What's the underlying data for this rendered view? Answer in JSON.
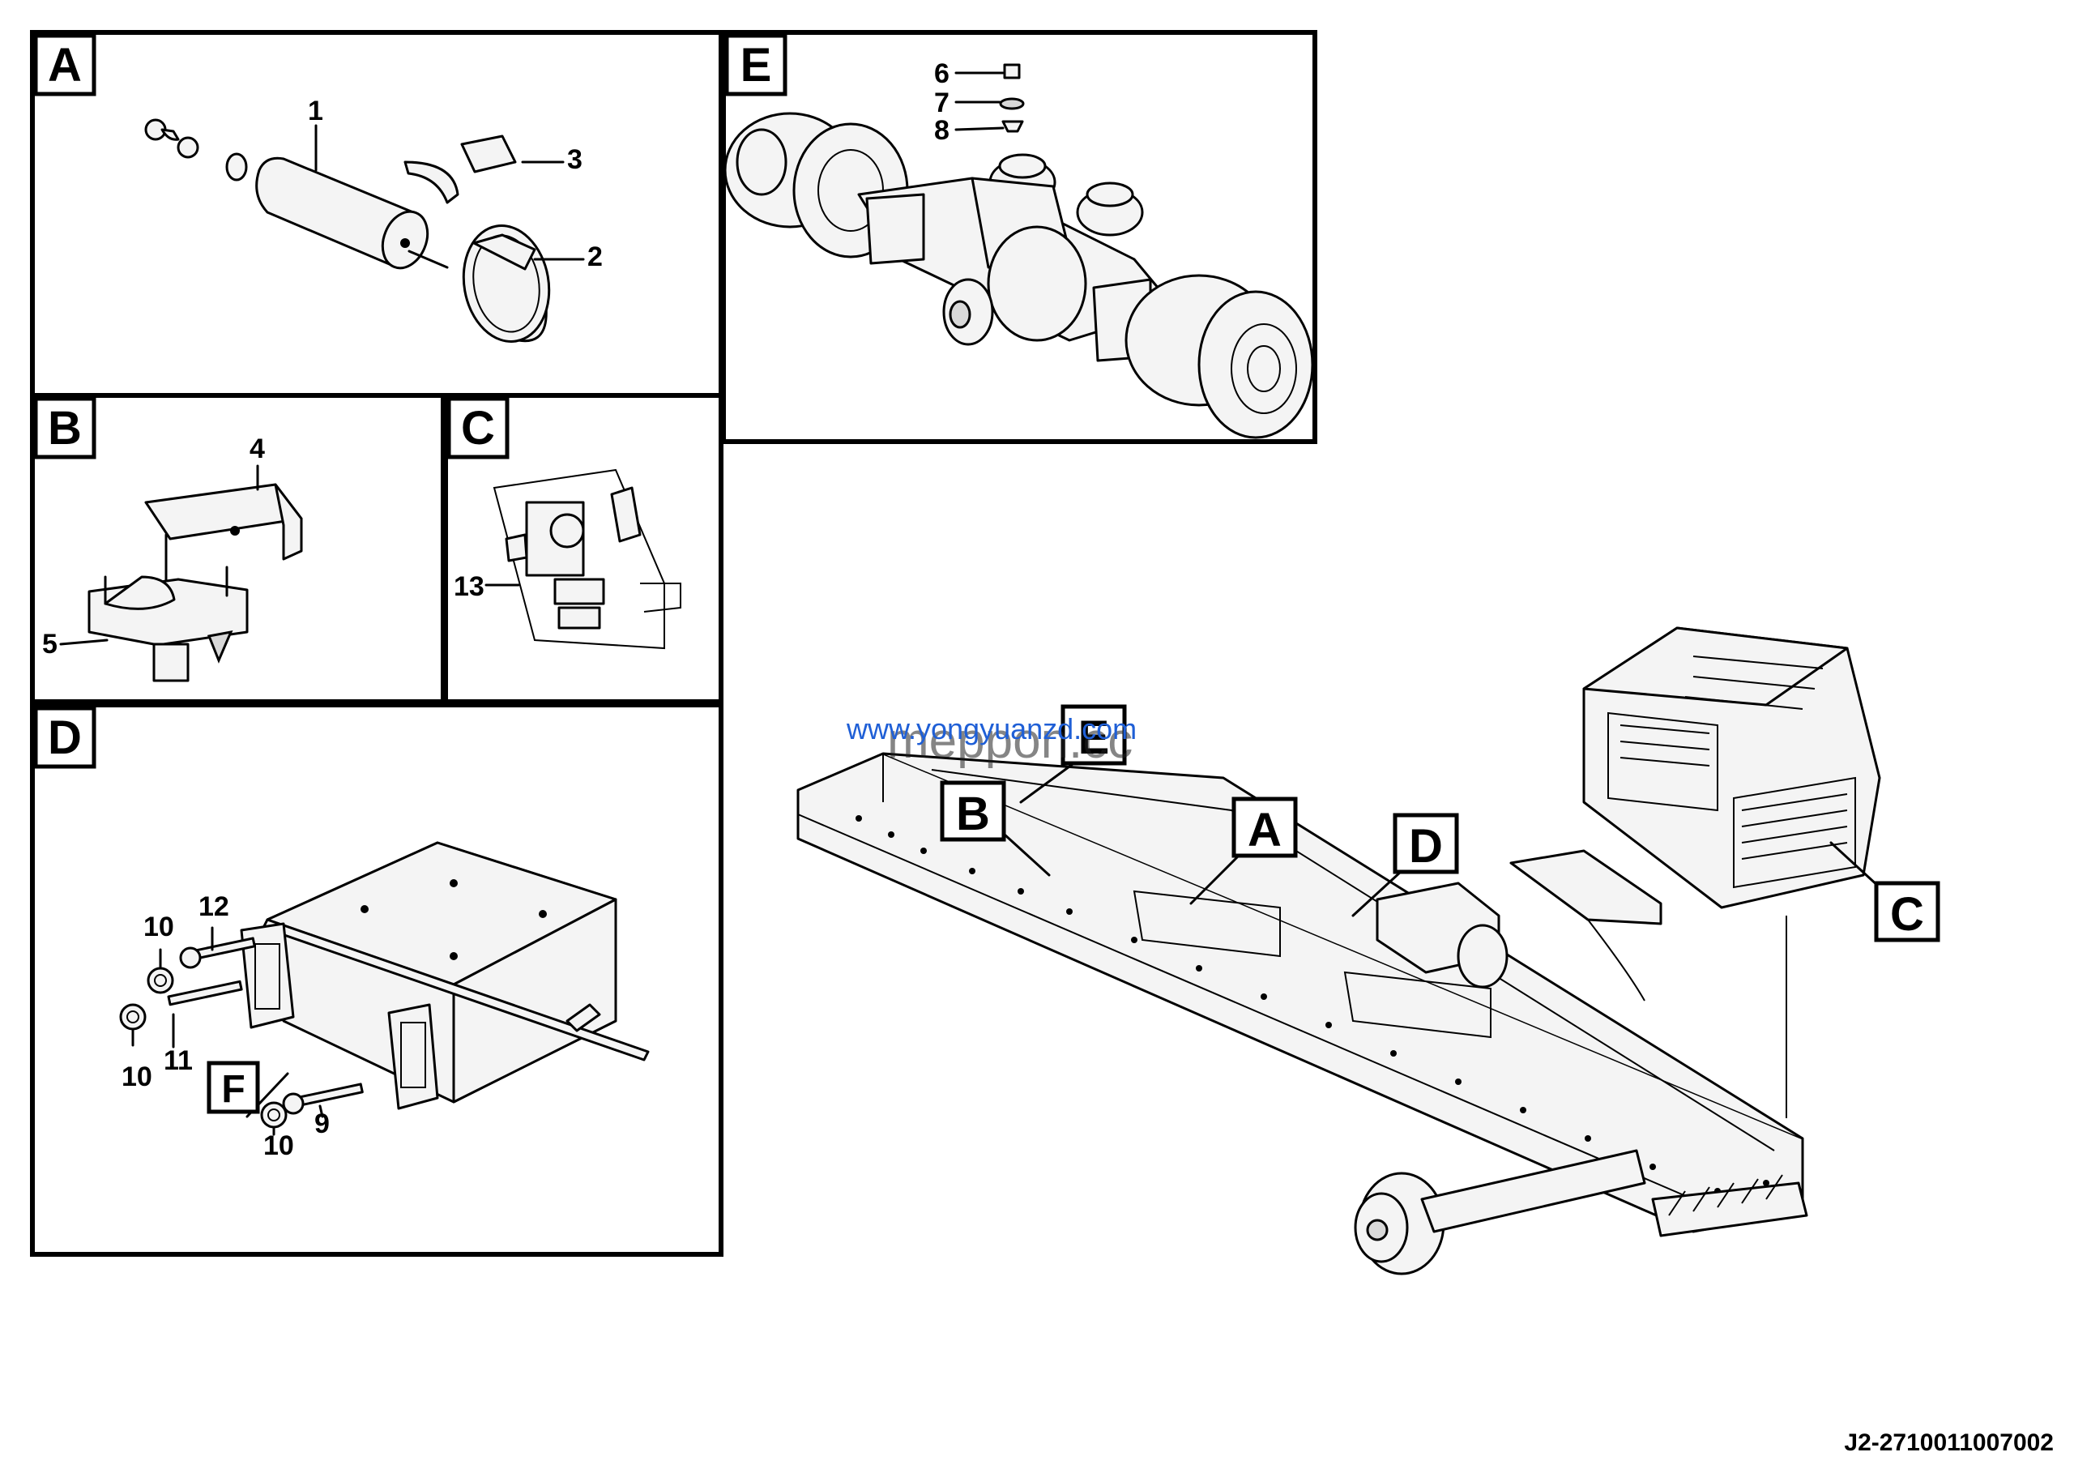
{
  "panels": [
    {
      "id": "A",
      "label": "A"
    },
    {
      "id": "B",
      "label": "B"
    },
    {
      "id": "C",
      "label": "C"
    },
    {
      "id": "D",
      "label": "D"
    },
    {
      "id": "E",
      "label": "E"
    }
  ],
  "callouts": {
    "c1": "1",
    "c2": "2",
    "c3": "3",
    "c4": "4",
    "c5": "5",
    "c6": "6",
    "c7": "7",
    "c8": "8",
    "c9": "9",
    "c10a": "10",
    "c10b": "10",
    "c10c": "10",
    "c11": "11",
    "c12": "12",
    "c13": "13"
  },
  "panel_d_detail_label": "F",
  "overview_labels": {
    "E": "E",
    "B": "B",
    "A": "A",
    "D": "D",
    "C": "C"
  },
  "watermarks": {
    "url": "www.yongyuanzd.com",
    "mepp": "meppon.cc"
  },
  "document_code": "J2-2710011007002",
  "colors": {
    "ink": "#000000",
    "watermark_url": "#1f5fd6",
    "watermark_mepp": "#222222"
  }
}
